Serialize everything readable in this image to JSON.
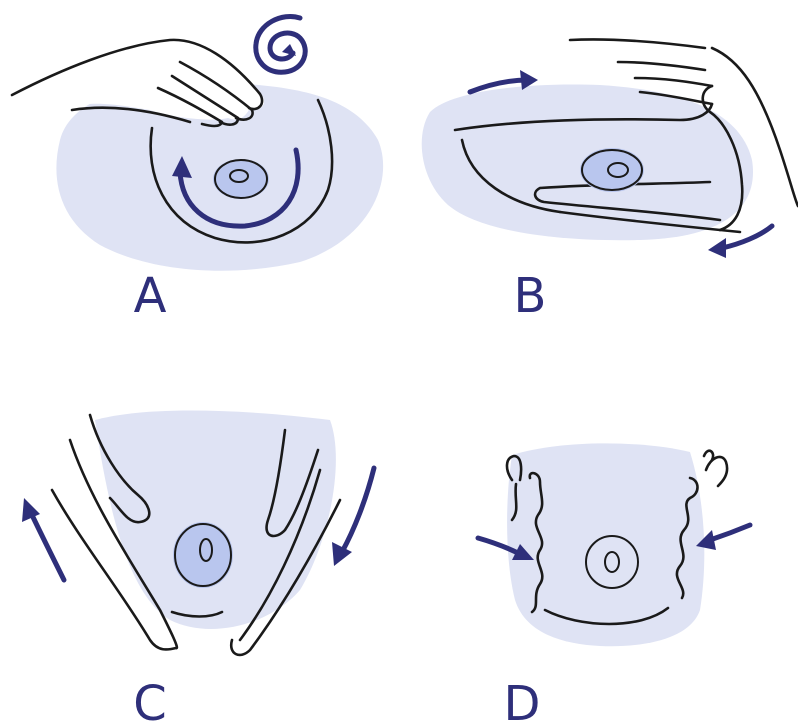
{
  "panels": [
    {
      "id": "A",
      "label": "A"
    },
    {
      "id": "B",
      "label": "B"
    },
    {
      "id": "C",
      "label": "C"
    },
    {
      "id": "D",
      "label": "D"
    }
  ],
  "colors": {
    "ink": "#1a1a1a",
    "arrow": "#2e2f7a",
    "wash": "#dfe3f4",
    "areola": "#b9c6ee",
    "label": "#2e2f7a"
  }
}
